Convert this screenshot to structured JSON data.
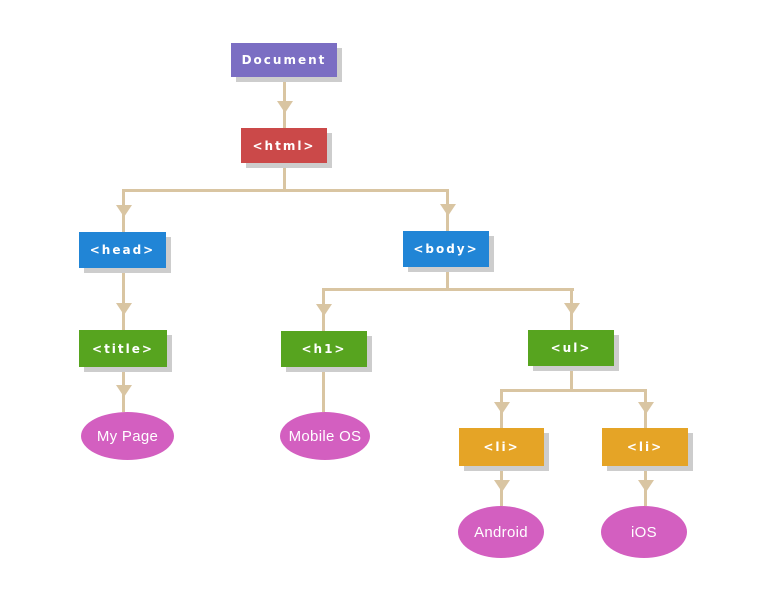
{
  "diagram": {
    "description": "DOM tree",
    "nodes": {
      "document": {
        "label": "Document"
      },
      "html": {
        "label": "<html>"
      },
      "head": {
        "label": "<head>"
      },
      "body": {
        "label": "<body>"
      },
      "title": {
        "label": "<title>"
      },
      "h1": {
        "label": "<h1>"
      },
      "ul": {
        "label": "<ul>"
      },
      "li1": {
        "label": "<li>"
      },
      "li2": {
        "label": "<li>"
      },
      "mypage": {
        "label": "My Page"
      },
      "mobileos": {
        "label": "Mobile OS"
      },
      "android": {
        "label": "Android"
      },
      "ios": {
        "label": "iOS"
      }
    },
    "colors": {
      "purple": "#7B6EC3",
      "red": "#CB4949",
      "blue": "#2185D6",
      "green": "#57A41F",
      "orange": "#E5A426",
      "pink": "#D35FC0",
      "connector": "#D9C5A2",
      "shadow": "#CDCDCD"
    }
  }
}
